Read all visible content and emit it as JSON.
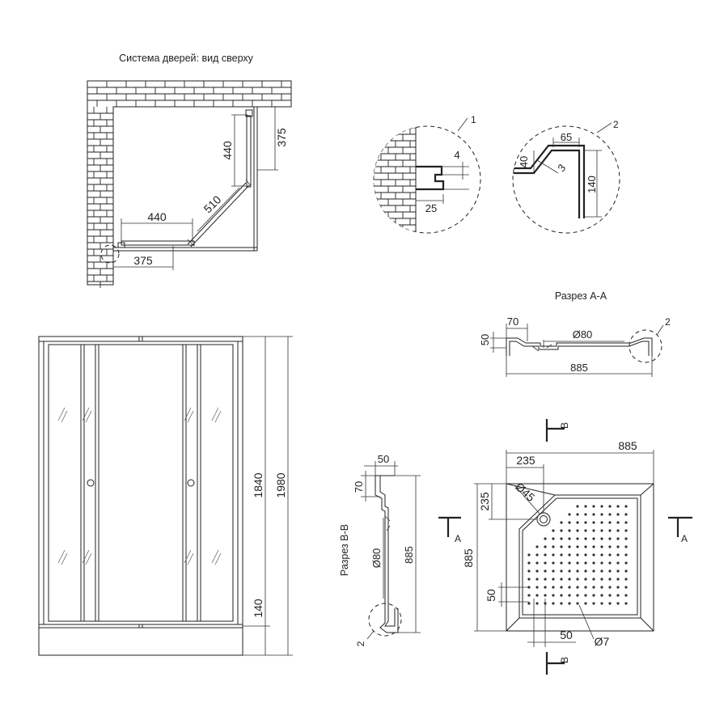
{
  "titles": {
    "door_system": "Система дверей: вид сверху",
    "section_aa": "Разрез А-А",
    "section_bb": "Разрез В-В"
  },
  "top_view": {
    "door_width_h": "440",
    "door_width_v": "440",
    "diagonal": "510",
    "opening_h": "375",
    "opening_v": "375"
  },
  "detail_1": {
    "callout": "1",
    "dim_a": "4",
    "dim_b": "25"
  },
  "detail_2": {
    "callout": "2",
    "dim_a": "65",
    "dim_b": "40",
    "dim_c": "3",
    "dim_d": "140"
  },
  "section_aa": {
    "dim_height": "50",
    "dim_step": "70",
    "drain": "Ø80",
    "width": "885",
    "callout": "2"
  },
  "front_view": {
    "height_total": "1980",
    "height_doors": "1840",
    "height_tray": "140"
  },
  "section_bb": {
    "dim_top": "50",
    "dim_step": "70",
    "drain": "Ø80",
    "height": "885",
    "callout": "2"
  },
  "tray_plan": {
    "width": "885",
    "depth": "885",
    "offset_x": "235",
    "offset_y": "235",
    "drain": "Ø45",
    "edge_x": "50",
    "edge_y": "50",
    "hole": "Ø7",
    "cut_a_left": "A",
    "cut_a_right": "A",
    "cut_b_top": "B",
    "cut_b_bottom": "B"
  }
}
